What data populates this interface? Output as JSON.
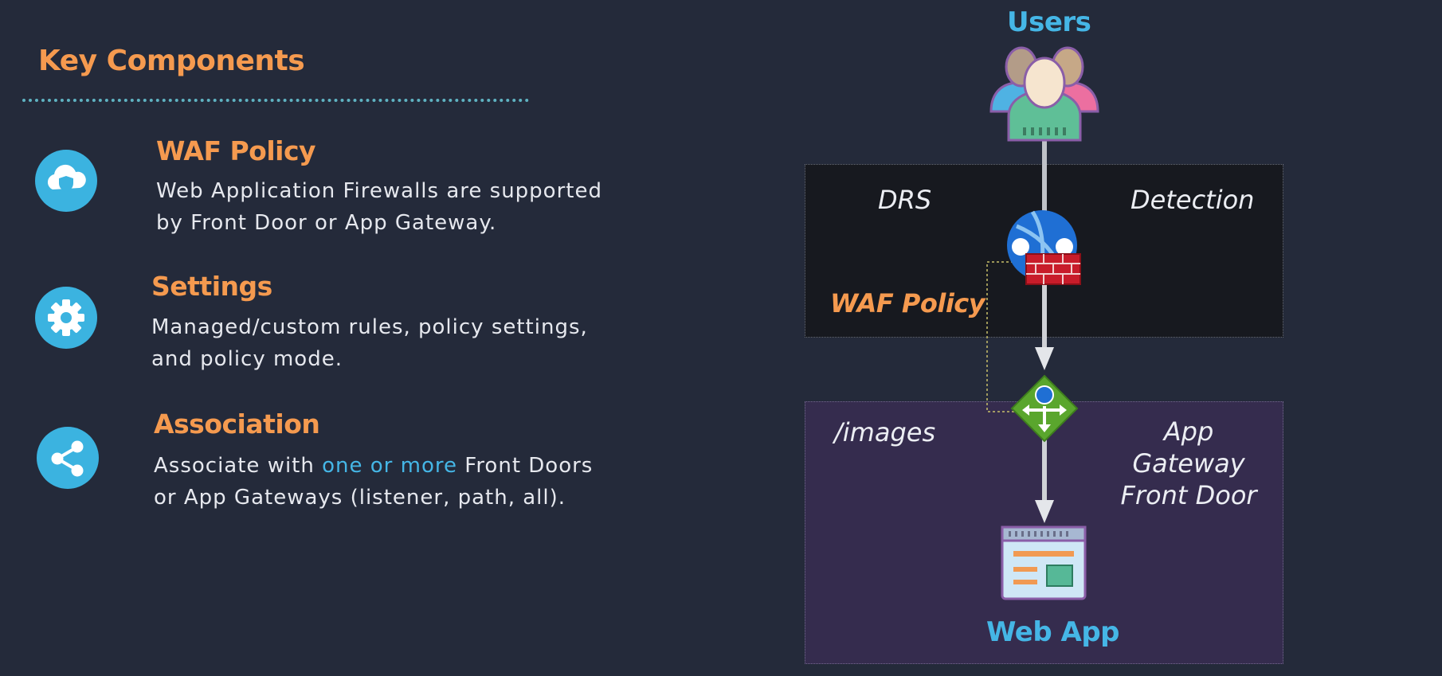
{
  "left": {
    "title": "Key Components",
    "items": [
      {
        "icon": "cloud-shield-icon",
        "heading": "WAF Policy",
        "line1": "Web Application Firewalls are supported",
        "line2": "by Front Door or App Gateway."
      },
      {
        "icon": "gear-icon",
        "heading": "Settings",
        "line1": "Managed/custom rules, policy settings,",
        "line2": "and policy mode."
      },
      {
        "icon": "share-icon",
        "heading": "Association",
        "line1_pre": "Associate with ",
        "line1_highlight": "one or more",
        "line1_post": " Front Doors",
        "line2": "or App Gateways (listener, path, all)."
      }
    ]
  },
  "diagram": {
    "users_label": "Users",
    "waf_box": {
      "drs_label": "DRS",
      "detection_label": "Detection",
      "policy_label": "WAF Policy"
    },
    "gateway_box": {
      "path_label": "/images",
      "gateway_line1": "App Gateway",
      "gateway_line2": "Front Door"
    },
    "webapp_label": "Web App"
  },
  "colors": {
    "background": "#242a3a",
    "accent_orange": "#f59a4f",
    "accent_blue": "#45b6e6",
    "waf_box_fill": "#17191f",
    "gateway_box_fill": "#352c4e"
  }
}
